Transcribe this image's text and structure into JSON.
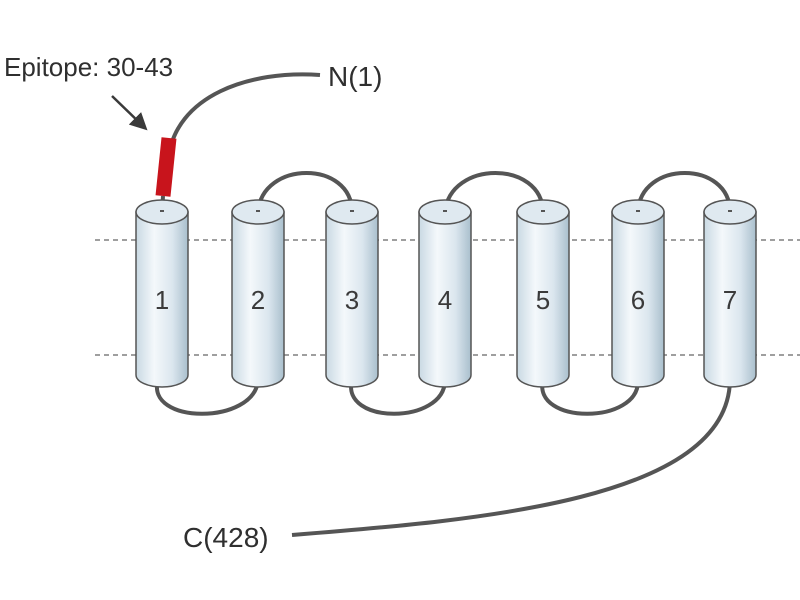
{
  "labels": {
    "epitope": "Epitope: 30-43",
    "n_terminus": "N(1)",
    "c_terminus": "C(428)"
  },
  "helices": [
    {
      "number": "1"
    },
    {
      "number": "2"
    },
    {
      "number": "3"
    },
    {
      "number": "4"
    },
    {
      "number": "5"
    },
    {
      "number": "6"
    },
    {
      "number": "7"
    }
  ],
  "colors": {
    "epitope": "#c8141c",
    "helix_fill_light": "#eef4f8",
    "helix_fill_dark": "#b9ccd8",
    "helix_stroke": "#555555",
    "loop": "#555555",
    "membrane_line": "#666666"
  }
}
